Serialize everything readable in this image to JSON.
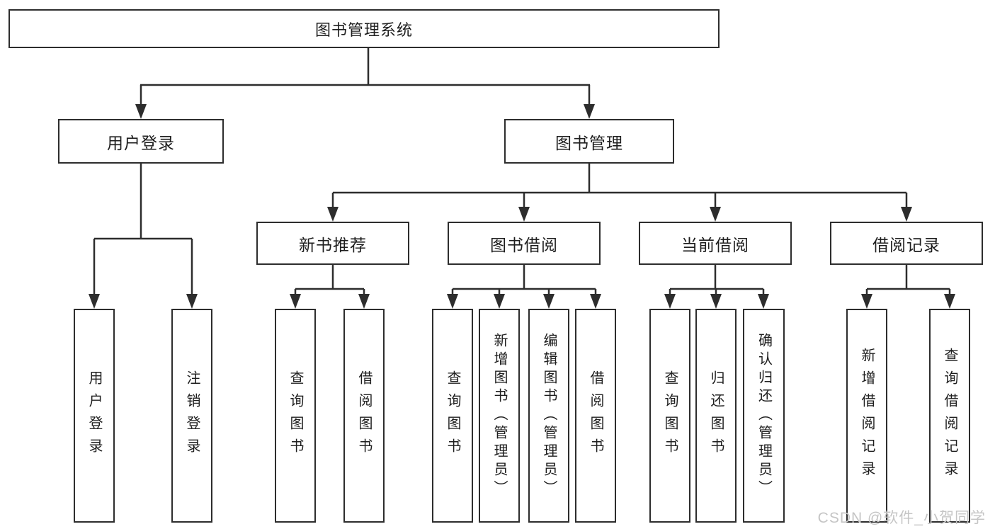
{
  "nodes": {
    "root": "图书管理系统",
    "user_login": "用户登录",
    "book_mgmt": "图书管理",
    "new_book": "新书推荐",
    "book_borrow": "图书借阅",
    "current_borrow": "当前借阅",
    "borrow_record": "借阅记录",
    "ul_login": "用户登录",
    "ul_logout": "注销登录",
    "nb_query": "查询图书",
    "nb_borrow": "借阅图书",
    "bb_query": "查询图书",
    "bb_add": "新增图书（管理员）",
    "bb_edit": "编辑图书（管理员）",
    "bb_borrow": "借阅图书",
    "cb_query": "查询图书",
    "cb_return": "归还图书",
    "cb_confirm": "确认归还（管理员）",
    "br_add": "新增借阅记录",
    "br_query": "查询借阅记录"
  },
  "watermark": "CSDN @软件_小贺同学",
  "colors": {
    "line": "#2d2d2d",
    "text": "#1e1e1e",
    "watermark": "#c5c5c5",
    "background": "#ffffff"
  }
}
